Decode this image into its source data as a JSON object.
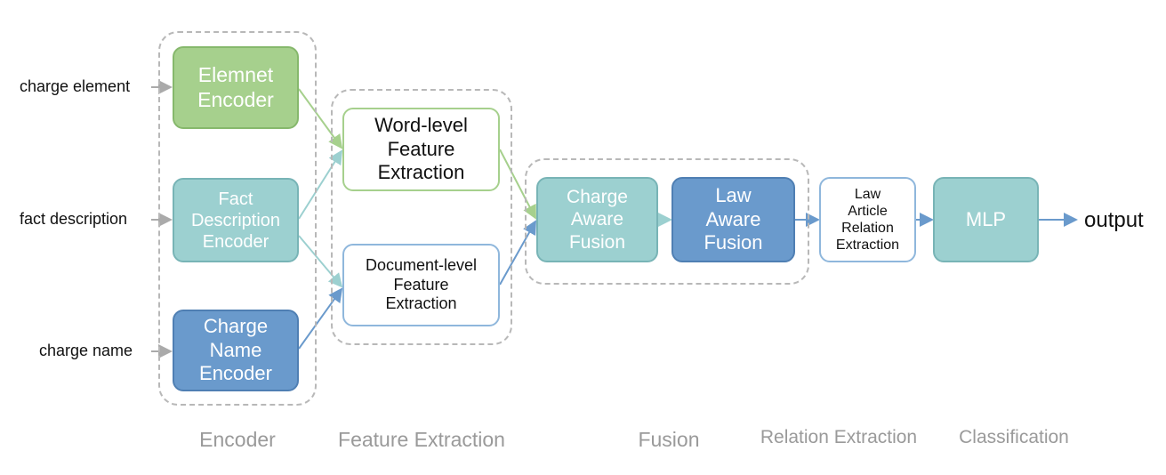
{
  "inputs": {
    "charge_element": "charge element",
    "fact_description": "fact description",
    "charge_name": "charge name"
  },
  "encoders": {
    "element": "Elemnet\nEncoder",
    "fact": "Fact\nDescription\nEncoder",
    "charge_name": "Charge\nName\nEncoder"
  },
  "feature": {
    "word": "Word-level\nFeature\nExtraction",
    "document": "Document-level\nFeature\nExtraction"
  },
  "fusion": {
    "charge_aware": "Charge\nAware\nFusion",
    "law_aware": "Law\nAware\nFusion"
  },
  "relation": {
    "label": "Law\nArticle\nRelation\nExtraction"
  },
  "classifier": {
    "label": "MLP"
  },
  "output": "output",
  "stages": {
    "encoder": "Encoder",
    "feature_extraction": "Feature Extraction",
    "fusion": "Fusion",
    "relation_extraction": "Relation Extraction",
    "classification": "Classification"
  },
  "colors": {
    "green": "#a6d08d",
    "teal": "#9cd0d0",
    "blue": "#6a9acc",
    "gray_arrow": "#aaaaaa"
  }
}
